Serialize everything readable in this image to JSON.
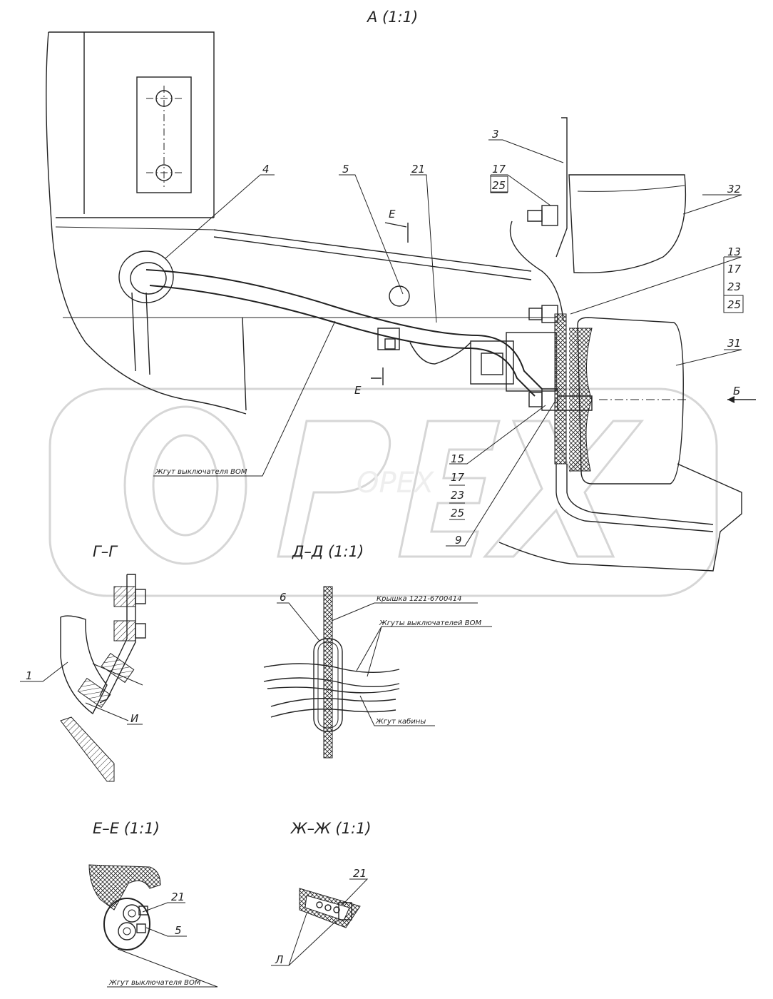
{
  "views": {
    "view_a": "А (1:1)",
    "view_g": "Г–Г",
    "view_d": "Д–Д (1:1)",
    "view_e": "Е–Е (1:1)",
    "view_zh": "Ж–Ж (1:1)"
  },
  "positions": {
    "p3": "3",
    "p4": "4",
    "p5": "5",
    "p21": "21",
    "p17a": "17",
    "p25a": "25",
    "p32": "32",
    "p13": "13",
    "p17b": "17",
    "p23b": "23",
    "p25b": "25",
    "p31": "31",
    "p15": "15",
    "p17c": "17",
    "p23c": "23",
    "p25c": "25",
    "p9": "9",
    "p1": "1",
    "p6": "6",
    "p21e": "21",
    "p5e": "5",
    "p21zh": "21"
  },
  "section_marks": {
    "e_top": "Е",
    "e_bottom": "Е",
    "b": "Б",
    "i": "И",
    "l": "Л"
  },
  "notes": {
    "harness_vom": "Жгут выключателя ВОМ",
    "cover": "Крышка 1221-6700414",
    "harnesses_vom": "Жгуты выключателей ВОМ",
    "cab_harness": "Жгут кабины",
    "harness_vom_e": "Жгут выключателя ВОМ"
  },
  "watermark": "OPEX"
}
